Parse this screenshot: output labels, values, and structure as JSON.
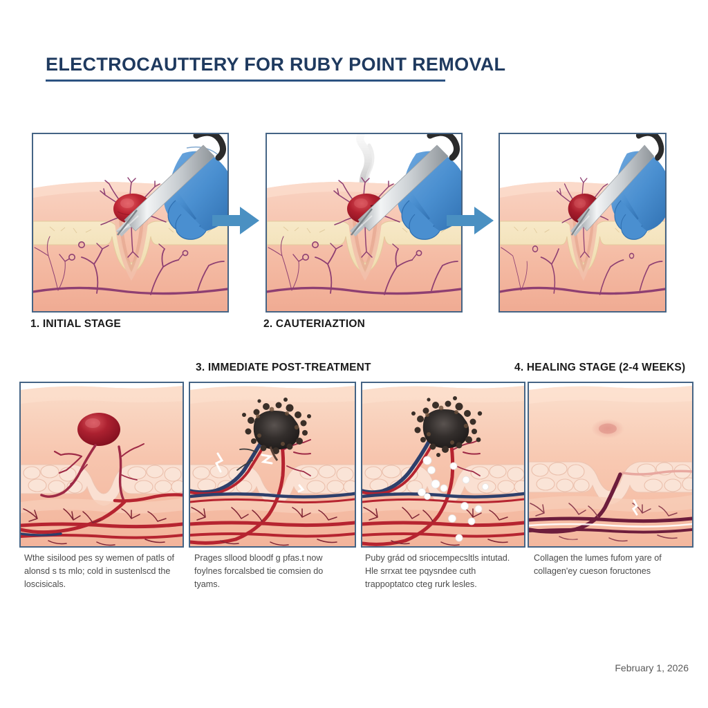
{
  "header": {
    "title": "ELECTROCAUTTERY FOR RUBY POINT REMOVAL",
    "title_color": "#1f3a5f",
    "rule_color": "#2c5281"
  },
  "theme": {
    "background": "#ffffff",
    "panel_border": "#456485",
    "arrow_color": "#4a90c2",
    "glove_blue": "#4a8fd0",
    "glove_blue_dark": "#2f6fb0",
    "probe_metal": "#d9dde0",
    "probe_tip": "#2b2b2b",
    "skin_light": "#f6c3ad",
    "skin_mid": "#f0ab93",
    "dermis_cream": "#f5e3bd",
    "lesion_red": "#b02030",
    "lesion_red_light": "#d6414b",
    "vessel_purple": "#8e3f72",
    "vessel_artery": "#b62430",
    "vessel_vein": "#2d3f6b",
    "eschar_black": "#2e2a28",
    "smoke_gray": "#c9c9c9"
  },
  "top_row": {
    "panels": [
      {
        "id": "panel-initial",
        "name": "initial-stage-panel",
        "has_smoke": false,
        "has_probe": true,
        "lesion": "intact"
      },
      {
        "id": "panel-cauterization",
        "name": "cauterization-panel",
        "has_smoke": true,
        "has_probe": true,
        "lesion": "cauterizing"
      },
      {
        "id": "panel-post-contact",
        "name": "post-contact-panel",
        "has_smoke": false,
        "has_probe": true,
        "lesion": "contacted"
      }
    ],
    "arrows": [
      "arrow-1",
      "arrow-2"
    ]
  },
  "step_labels": [
    {
      "text": "1. INITIAL STAGE",
      "name": "step-label-1"
    },
    {
      "text": "2. CAUTERIAZTION",
      "name": "step-label-2"
    },
    {
      "text": "3. IMMEDIATE POST-TREATMENT",
      "name": "step-label-3"
    },
    {
      "text": "4. HEALING STAGE (2-4 WEEKS)",
      "name": "step-label-4"
    }
  ],
  "bottom_row": {
    "panels": [
      {
        "id": "bp1",
        "name": "histology-panel-intact",
        "state": "intact-lesion"
      },
      {
        "id": "bp2",
        "name": "histology-panel-charred",
        "state": "charred-eschar"
      },
      {
        "id": "bp3",
        "name": "histology-panel-inflammatory",
        "state": "inflammatory-cells"
      },
      {
        "id": "bp4",
        "name": "histology-panel-healed",
        "state": "healed-skin"
      }
    ],
    "captions": [
      "Wthe sisilood pes sy wemen of patls of alonsd s ts mlo; cold in sustenlscd the loscisicals.",
      "Prages sllood bloodf g pfas.t now foylnes forcalsbed tie comsien do tyams.",
      "Puby grád od sriocempecsltls intutad. Hle srrxat tee pqysndee cuth trappoptatco cteg rurk lesles.",
      "Collagen the lumes fufom yare of collagen'ey cueson foructones"
    ]
  },
  "footer": {
    "date": "February 1, 2026"
  }
}
